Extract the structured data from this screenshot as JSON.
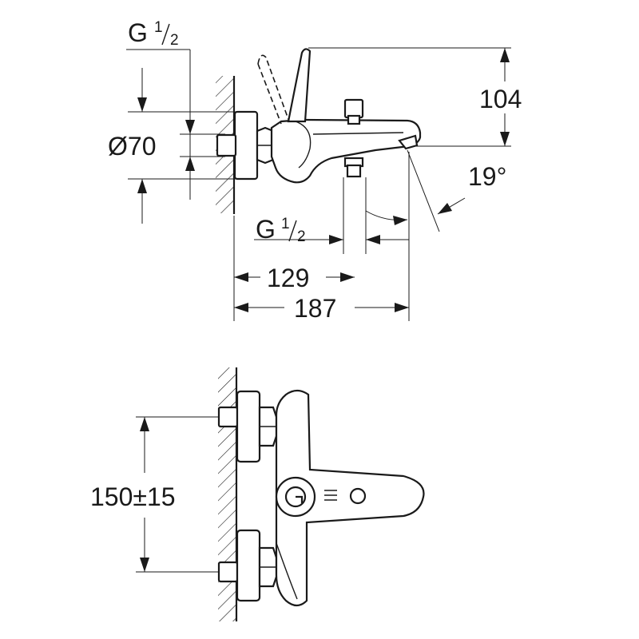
{
  "side_view": {
    "thread_top": {
      "letter": "G",
      "numerator": "1",
      "denominator": "2"
    },
    "diameter": "Ø70",
    "height": "104",
    "angle": "19°",
    "thread_bottom": {
      "letter": "G",
      "numerator": "1",
      "denominator": "2"
    },
    "dim_129": "129",
    "dim_187": "187"
  },
  "front_view": {
    "spacing": "150±15"
  },
  "colors": {
    "line": "#1a1a1a",
    "background": "#ffffff"
  }
}
